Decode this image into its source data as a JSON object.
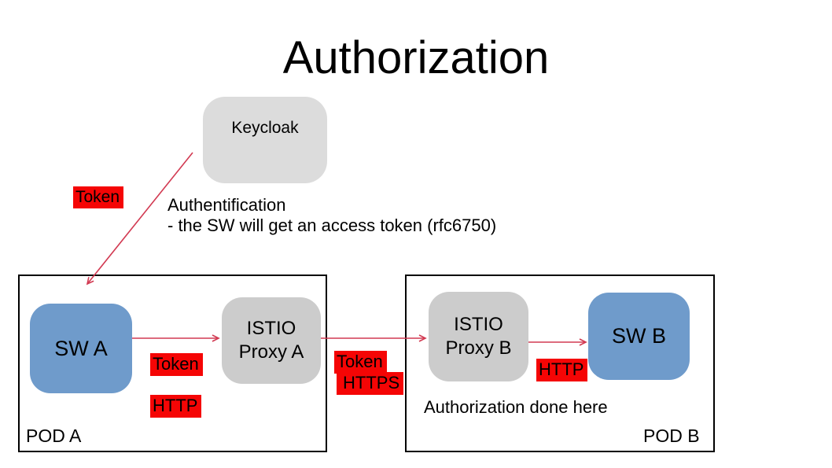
{
  "title": "Authorization",
  "keycloak": {
    "label": "Keycloak"
  },
  "auth_note": {
    "line1": "Authentification",
    "line2": "- the SW will get an access token (rfc6750)"
  },
  "labels": {
    "token_auth": "Token",
    "token_pod_a": "Token",
    "http_pod_a": "HTTP",
    "token_mesh": "Token",
    "https_mesh": "HTTPS",
    "http_pod_b": "HTTP"
  },
  "pod_a": {
    "name": "POD A",
    "sw_label": "SW A",
    "proxy_label": "ISTIO\nProxy A"
  },
  "pod_b": {
    "name": "POD B",
    "sw_label": "SW B",
    "proxy_label": "ISTIO\nProxy B",
    "note": "Authorization done here"
  },
  "colors": {
    "node_blue": "#6f9bcb",
    "node_gray": "#cccccc",
    "keycloak_gray": "#dcdcdc",
    "label_red": "#f50505",
    "arrow_red": "#d23a52",
    "pod_border": "#000000"
  }
}
